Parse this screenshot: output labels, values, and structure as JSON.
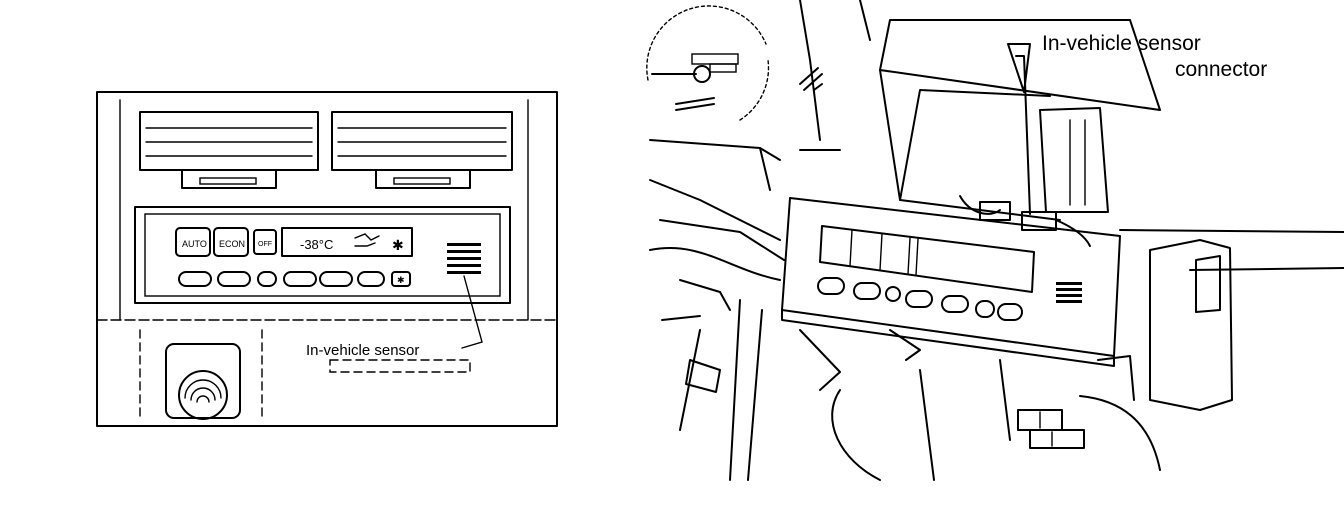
{
  "left_figure": {
    "callout": "In-vehicle sensor",
    "display_temp": "-38°C"
  },
  "right_figure": {
    "callout_line1": "In-vehicle  sensor",
    "callout_line2": "connector"
  },
  "icons": [
    "vent-icon",
    "climate-control-panel",
    "sensor-grille-icon",
    "speedometer-icon",
    "connector-plug-icon"
  ]
}
